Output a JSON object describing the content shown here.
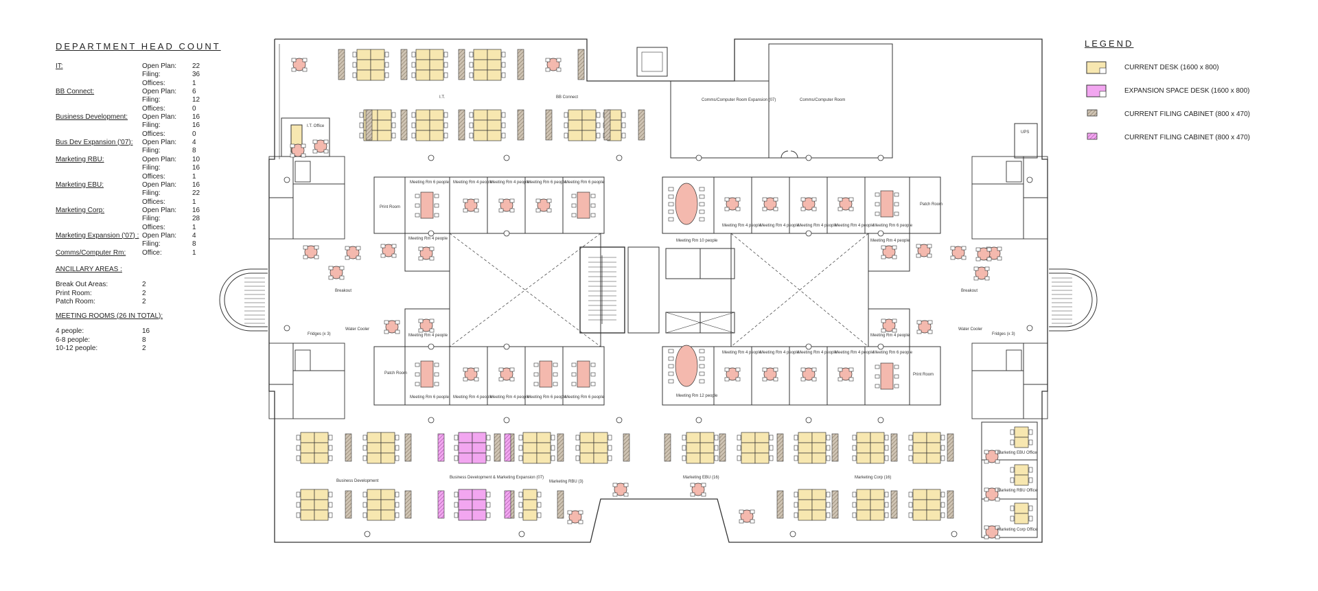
{
  "head_count": {
    "title": "DEPARTMENT HEAD COUNT",
    "departments": [
      {
        "name": "IT:",
        "rows": [
          {
            "k": "Open Plan:",
            "v": "22"
          },
          {
            "k": "Filing:",
            "v": "36"
          },
          {
            "k": "Offices:",
            "v": "1"
          }
        ]
      },
      {
        "name": "BB Connect:",
        "rows": [
          {
            "k": "Open Plan:",
            "v": "6"
          },
          {
            "k": "Filing:",
            "v": "12"
          },
          {
            "k": "Offices:",
            "v": "0"
          }
        ]
      },
      {
        "name": "Business Development:",
        "rows": [
          {
            "k": "Open Plan:",
            "v": "16"
          },
          {
            "k": "Filing:",
            "v": "16"
          },
          {
            "k": "Offices:",
            "v": "0"
          }
        ]
      },
      {
        "name": "Bus Dev Expansion ('07):",
        "rows": [
          {
            "k": "Open Plan:",
            "v": "4"
          },
          {
            "k": "Filing:",
            "v": "8"
          }
        ]
      },
      {
        "name": "Marketing RBU:",
        "rows": [
          {
            "k": "Open Plan:",
            "v": "10"
          },
          {
            "k": "Filing:",
            "v": "16"
          },
          {
            "k": "Offices:",
            "v": "1"
          }
        ]
      },
      {
        "name": "Marketing EBU:",
        "rows": [
          {
            "k": "Open Plan:",
            "v": "16"
          },
          {
            "k": "Filing:",
            "v": "22"
          },
          {
            "k": "Offices:",
            "v": "1"
          }
        ]
      },
      {
        "name": "Marketing Corp:",
        "rows": [
          {
            "k": "Open Plan:",
            "v": "16"
          },
          {
            "k": "Filing:",
            "v": "28"
          },
          {
            "k": "Offices:",
            "v": "1"
          }
        ]
      },
      {
        "name": "Marketing Expansion ('07) :",
        "rows": [
          {
            "k": "Open Plan:",
            "v": "4"
          },
          {
            "k": "Filing:",
            "v": "8"
          }
        ]
      },
      {
        "name": "Comms/Computer Rm:",
        "rows": [
          {
            "k": "Office:",
            "v": "1"
          }
        ]
      }
    ],
    "ancillary": {
      "title": "ANCILLARY AREAS :",
      "rows": [
        {
          "k": "Break Out Areas:",
          "v": "2"
        },
        {
          "k": "Print Room:",
          "v": "2"
        },
        {
          "k": "Patch Room:",
          "v": "2"
        }
      ]
    },
    "meeting": {
      "title": "MEETING ROOMS (26 IN TOTAL):",
      "rows": [
        {
          "k": "4 people:",
          "v": "16"
        },
        {
          "k": "6-8 people:",
          "v": "8"
        },
        {
          "k": "10-12 people:",
          "v": "2"
        }
      ]
    }
  },
  "legend": {
    "title": "LEGEND",
    "items": [
      {
        "label": "CURRENT DESK (1600 x 800)",
        "swatch": "desk"
      },
      {
        "label": "EXPANSION SPACE DESK (1600 x 800)",
        "swatch": "expdesk"
      },
      {
        "label": "CURRENT FILING CABINET (800 x 470)",
        "swatch": "cab"
      },
      {
        "label": "CURRENT FILING CABINET (800 x 470)",
        "swatch": "expcab"
      }
    ]
  },
  "colors": {
    "desk": "#f7e7b0",
    "expansion_desk": "#f2a6f0",
    "cabinet": "#b8aa98",
    "meeting_table": "#f4b9ae",
    "line": "#333333"
  },
  "plan": {
    "rooms": {
      "it": "I.T.",
      "bb": "BB Connect",
      "it_office": "I.T. Office",
      "comms_exp": "Comms/Computer Room Expansion (07)",
      "comms": "Comms/Computer Room",
      "ups": "UPS",
      "print_nw": "Print Room",
      "patch_ne": "Patch Room",
      "patch_sw": "Patch Room",
      "print_se": "Print Room",
      "breakout_w": "Breakout",
      "breakout_e": "Breakout",
      "water_w": "Water Cooler",
      "water_e": "Water Cooler",
      "fridge_w": "Fridges (x 3)",
      "fridge_e": "Fridges (x 3)",
      "busdev": "Business Development",
      "busdev_exp": "Business Development & Marketing Expansion (07)",
      "rbu": "Marketing RBU (3)",
      "ebu": "Marketing EBU (16)",
      "corp": "Marketing Corp (16)",
      "ebu_off": "Marketing EBU Office",
      "rbu_off": "Marketing RBU Office",
      "corp_off": "Marketing Corp Office"
    },
    "meeting_labels": {
      "m6": "Meeting Rm 6 people",
      "m4": "Meeting Rm 4 people",
      "m10": "Meeting Rm 10 people",
      "m12": "Meeting Rm 12 people"
    }
  }
}
